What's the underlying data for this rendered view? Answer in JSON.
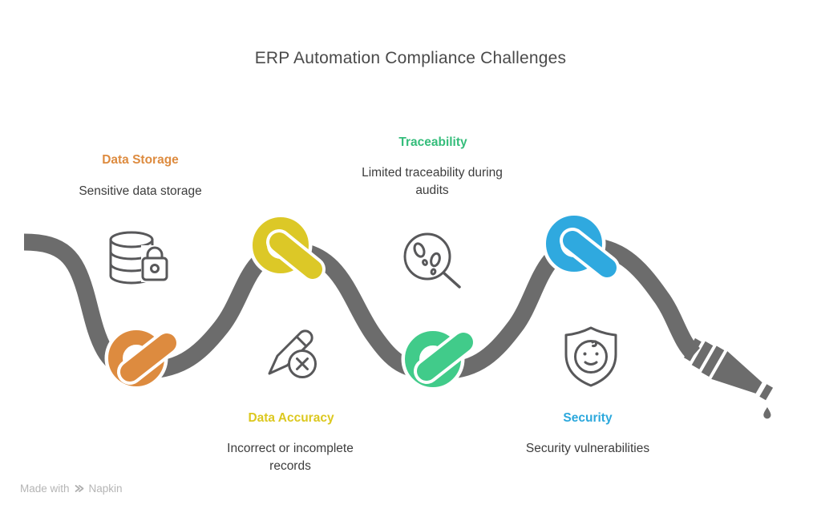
{
  "title": "ERP Automation Compliance Challenges",
  "items": [
    {
      "id": "data-storage",
      "label": "Data Storage",
      "description": "Sensitive data storage",
      "color": "#DD8B3F",
      "knot_color": "#DD8B3F",
      "icon": "database-lock-icon"
    },
    {
      "id": "data-accuracy",
      "label": "Data Accuracy",
      "description": "Incorrect or incomplete records",
      "color": "#DCC81F",
      "knot_color": "#DCC827",
      "icon": "pencil-error-icon"
    },
    {
      "id": "traceability",
      "label": "Traceability",
      "description": "Limited traceability during audits",
      "color": "#35BD7B",
      "knot_color": "#41CB8A",
      "icon": "magnifier-footprints-icon"
    },
    {
      "id": "security",
      "label": "Security",
      "description": "Security vulnerabilities",
      "color": "#2CA8DC",
      "knot_color": "#2FA9DF",
      "icon": "shield-face-icon"
    }
  ],
  "watermark": {
    "prefix": "Made with",
    "brand": "Napkin"
  },
  "colors": {
    "rope": "#6C6C6C",
    "icon_stroke": "#58585A",
    "title_text": "#4A4A4A",
    "body_text": "#3D3D3D",
    "watermark_text": "#B5B5B5",
    "background": "#FFFFFF"
  }
}
